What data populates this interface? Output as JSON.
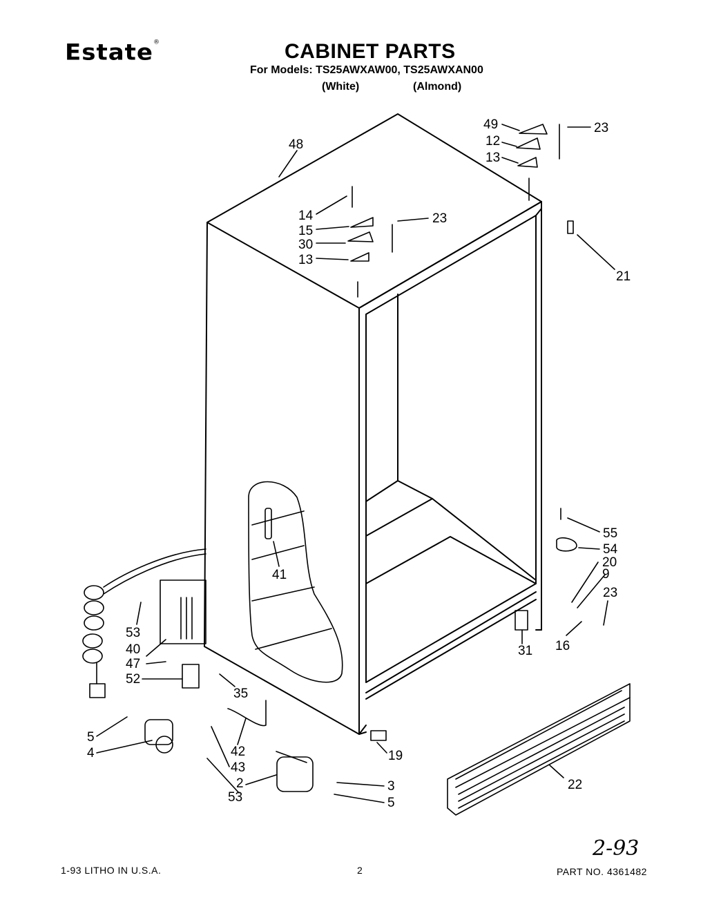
{
  "header": {
    "brand": "Estate",
    "title": "CABINET PARTS",
    "models_line": "For Models: TS25AWXAW00, TS25AWXAN00",
    "color_white": "(White)",
    "color_almond": "(Almond)"
  },
  "footer": {
    "litho": "1-93 LITHO IN U.S.A.",
    "page_number": "2",
    "part_number": "PART NO. 4361482",
    "handwritten_date": "2-93"
  },
  "callouts": [
    "48",
    "49",
    "12",
    "13",
    "23",
    "14",
    "15",
    "30",
    "13",
    "23",
    "21",
    "55",
    "54",
    "20",
    "9",
    "23",
    "16",
    "31",
    "41",
    "53",
    "40",
    "47",
    "52",
    "35",
    "5",
    "4",
    "42",
    "43",
    "53",
    "2",
    "3",
    "5",
    "19",
    "22"
  ]
}
